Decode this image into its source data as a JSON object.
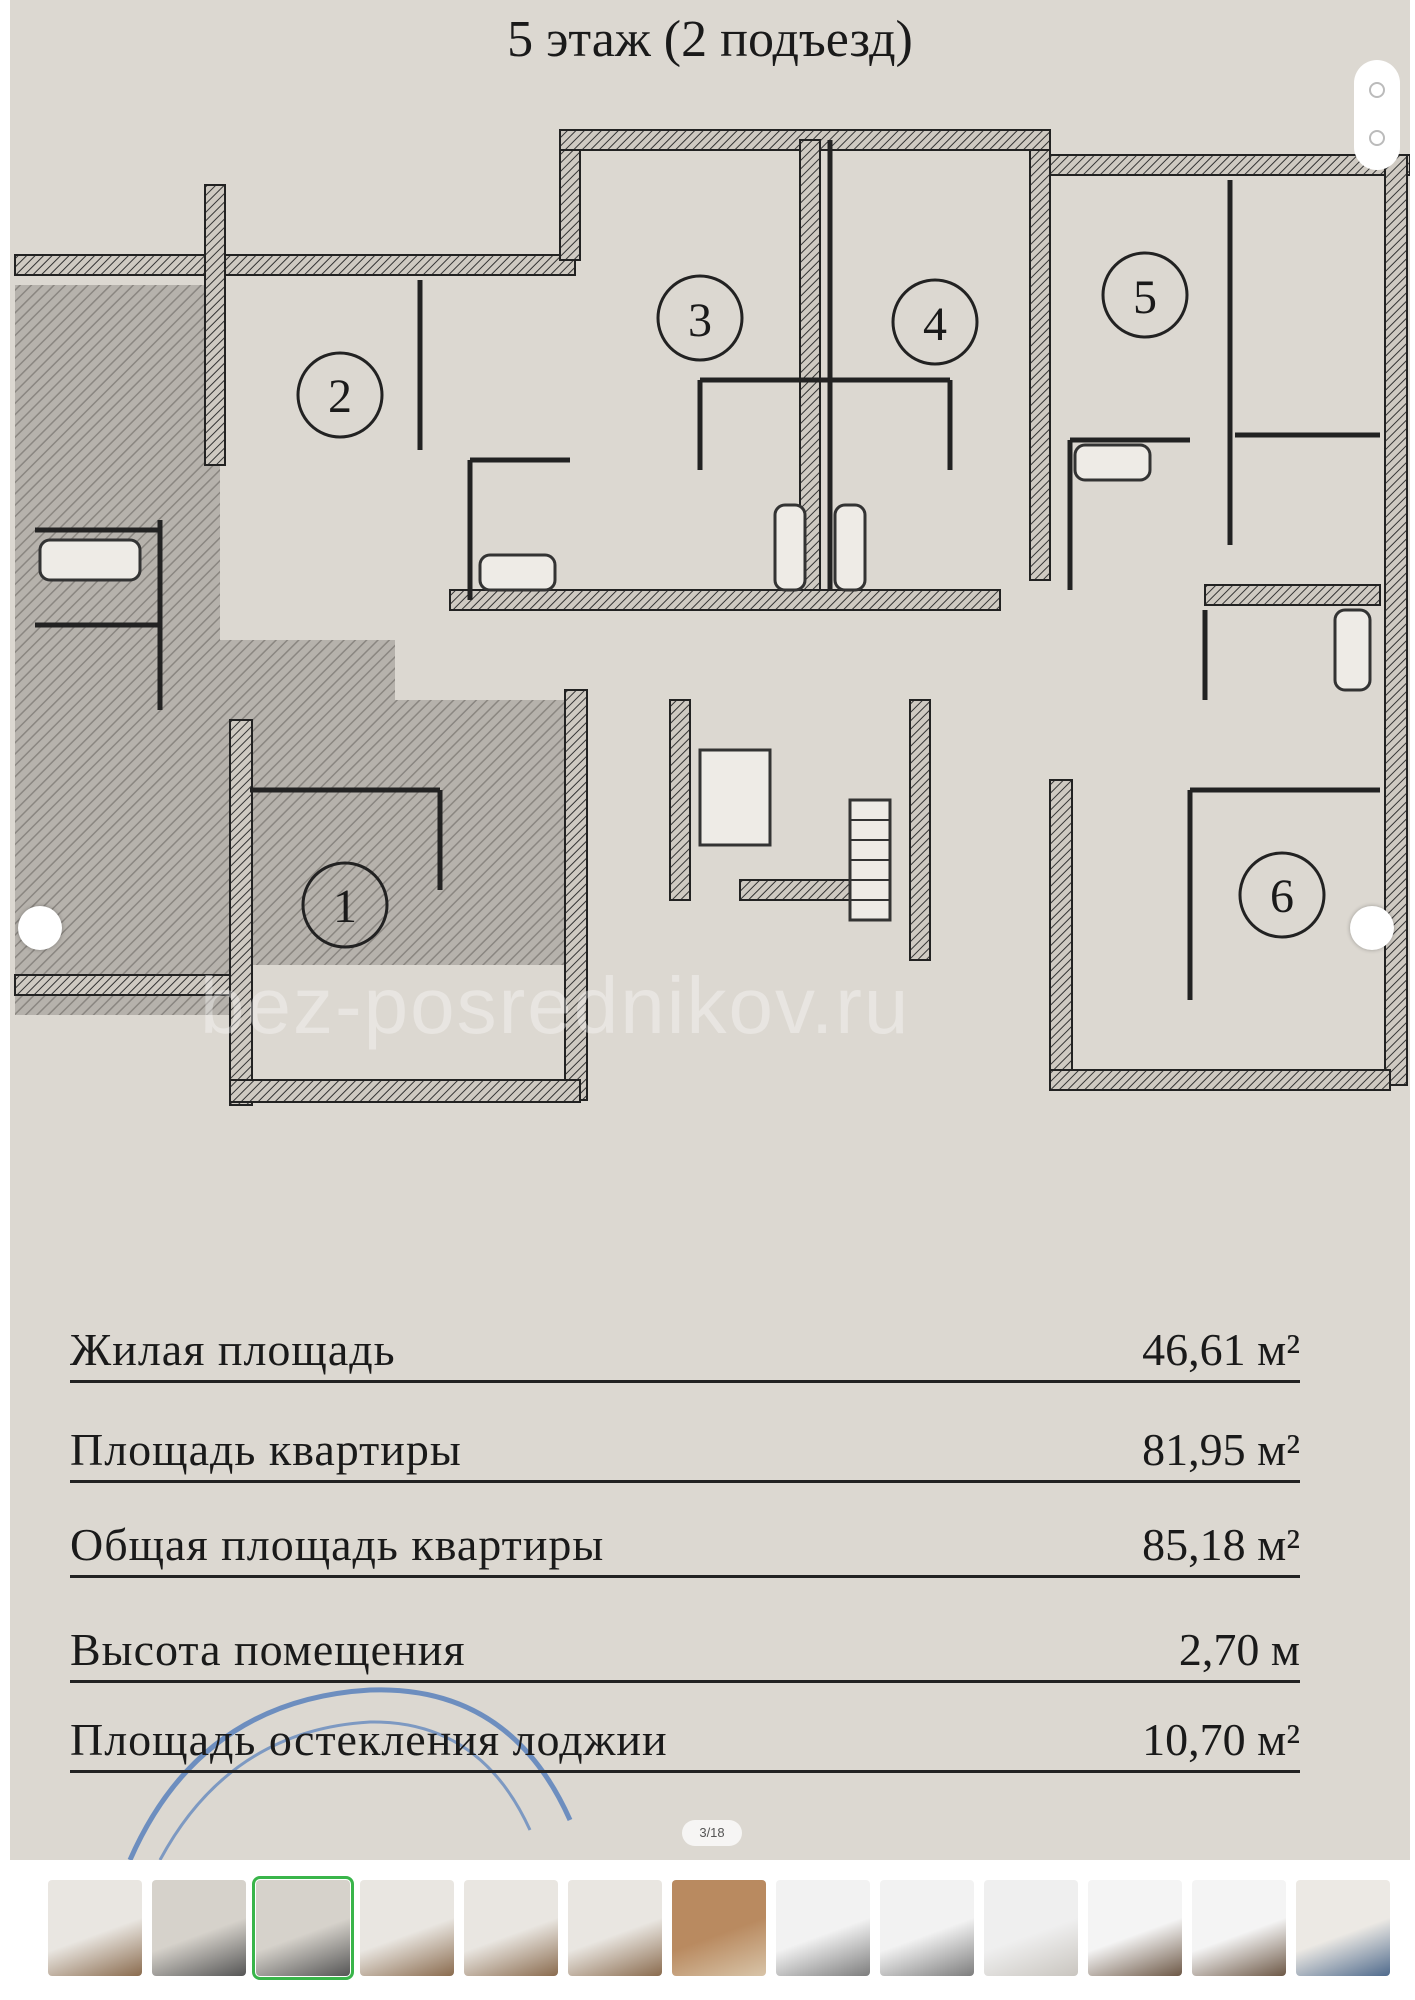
{
  "plan": {
    "title": "5 этаж (2 подъезд)",
    "apartments": [
      "1",
      "2",
      "3",
      "4",
      "5",
      "6"
    ],
    "watermark": "bez-posrednikov.ru"
  },
  "table": {
    "rows": [
      {
        "label": "Жилая площадь",
        "value": "46,61 м²"
      },
      {
        "label": "Площадь квартиры",
        "value": "81,95 м²"
      },
      {
        "label": "Общая площадь квартиры",
        "value": "85,18 м²"
      },
      {
        "label": "Высота помещения",
        "value": "2,70 м"
      },
      {
        "label": "Площадь остекления  лоджии",
        "value": "10,70 м²"
      }
    ]
  },
  "gallery": {
    "counter": "3/18",
    "active_index": 2,
    "thumbnails": [
      "kitchen-photo",
      "floor-plan-photo",
      "floor-plan-photo",
      "kitchen-photo",
      "kitchen-photo",
      "kitchen-photo",
      "balcony-photo",
      "bathroom-photo",
      "bathroom-photo",
      "door-photo",
      "hallway-photo",
      "hallway-photo",
      "room-photo"
    ]
  },
  "colors": {
    "paper": "#ddd9d2",
    "wall": "#3a3a3a",
    "hatch": "#8a8680",
    "active": "#39b54a"
  }
}
